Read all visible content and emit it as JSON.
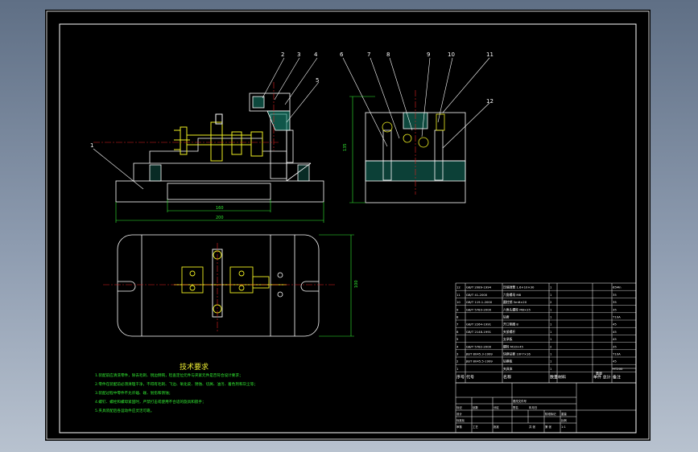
{
  "colors": {
    "background": "#000000",
    "outline": "#ffffff",
    "dimension": "#33ee33",
    "leader": "#e02020",
    "part": "#eeee22",
    "hatch": "#1a8f7a",
    "centerline": "#e02020"
  },
  "balloons": [
    "1",
    "2",
    "3",
    "4",
    "5",
    "6",
    "7",
    "8",
    "9",
    "10",
    "11",
    "12"
  ],
  "dimensions": {
    "front_inner": "160",
    "front_overall": "200",
    "side_height": "135",
    "plan_height": "100"
  },
  "technical_requirements": {
    "title": "技术要求",
    "lines": [
      "1.装配前应清洗零件，除去毛刺、锐边倒钝，检查定位元件与夹紧元件是否符合设计要求；",
      "2.零件在装配前必须清理干净，不得有毛刺、飞边、氧化皮、锈蚀、切屑、油污、着色剂和灰尘等；",
      "3.装配过程中零件不允许磕、碰、划伤和锈蚀；",
      "4.螺钉、螺栓和螺母紧固时，严禁打击或使用不合适的旋具和扳手；",
      "5.夹具装配后各运动件应灵活可靠。"
    ]
  },
  "bom": {
    "rows": [
      [
        "12",
        "GB/T 2089-1994",
        "压缩弹簧 1.6×10×30",
        "1",
        "",
        "",
        "65Mn"
      ],
      [
        "11",
        "GB/T 41-2000",
        "六角螺母 M8",
        "1",
        "",
        "",
        "35"
      ],
      [
        "10",
        "GB/T 119.1-2000",
        "圆柱销 5m6×20",
        "2",
        "",
        "",
        "35"
      ],
      [
        "9",
        "GB/T 5783-2000",
        "六角头螺栓 M8×25",
        "1",
        "",
        "",
        "35"
      ],
      [
        "8",
        "",
        "钻套",
        "1",
        "",
        "",
        "T10A"
      ],
      [
        "7",
        "GB/T 2264-1991",
        "开口垫圈 8",
        "1",
        "",
        "",
        "45"
      ],
      [
        "6",
        "GB/T 2148-1991",
        "夹紧螺杆",
        "1",
        "",
        "",
        "45"
      ],
      [
        "5",
        "",
        "支承板",
        "1",
        "",
        "",
        "45"
      ],
      [
        "4",
        "GB/T 5782-2000",
        "螺栓 M10×45",
        "2",
        "",
        "",
        "35"
      ],
      [
        "3",
        "JB/T 8045.3-1999",
        "快换钻套 10F7×16",
        "1",
        "",
        "",
        "T10A"
      ],
      [
        "2",
        "JB/T 8045.5-1999",
        "钻模板",
        "1",
        "",
        "",
        "45"
      ],
      [
        "1",
        "",
        "夹具体",
        "1",
        "",
        "",
        "HT200"
      ]
    ],
    "header": [
      "序号",
      "代号",
      "名称",
      "数量",
      "材料",
      "单件 总计",
      "备注"
    ],
    "header_weight": "重量"
  },
  "title_block": {
    "labels": [
      "标记",
      "处数",
      "分区",
      "更改文件号",
      "签名",
      "年月日",
      "设计",
      "标准化",
      "阶段标记",
      "重量",
      "比例",
      "审核",
      "工艺",
      "批准",
      "共 张",
      "第 张"
    ],
    "scale": "1:1"
  }
}
